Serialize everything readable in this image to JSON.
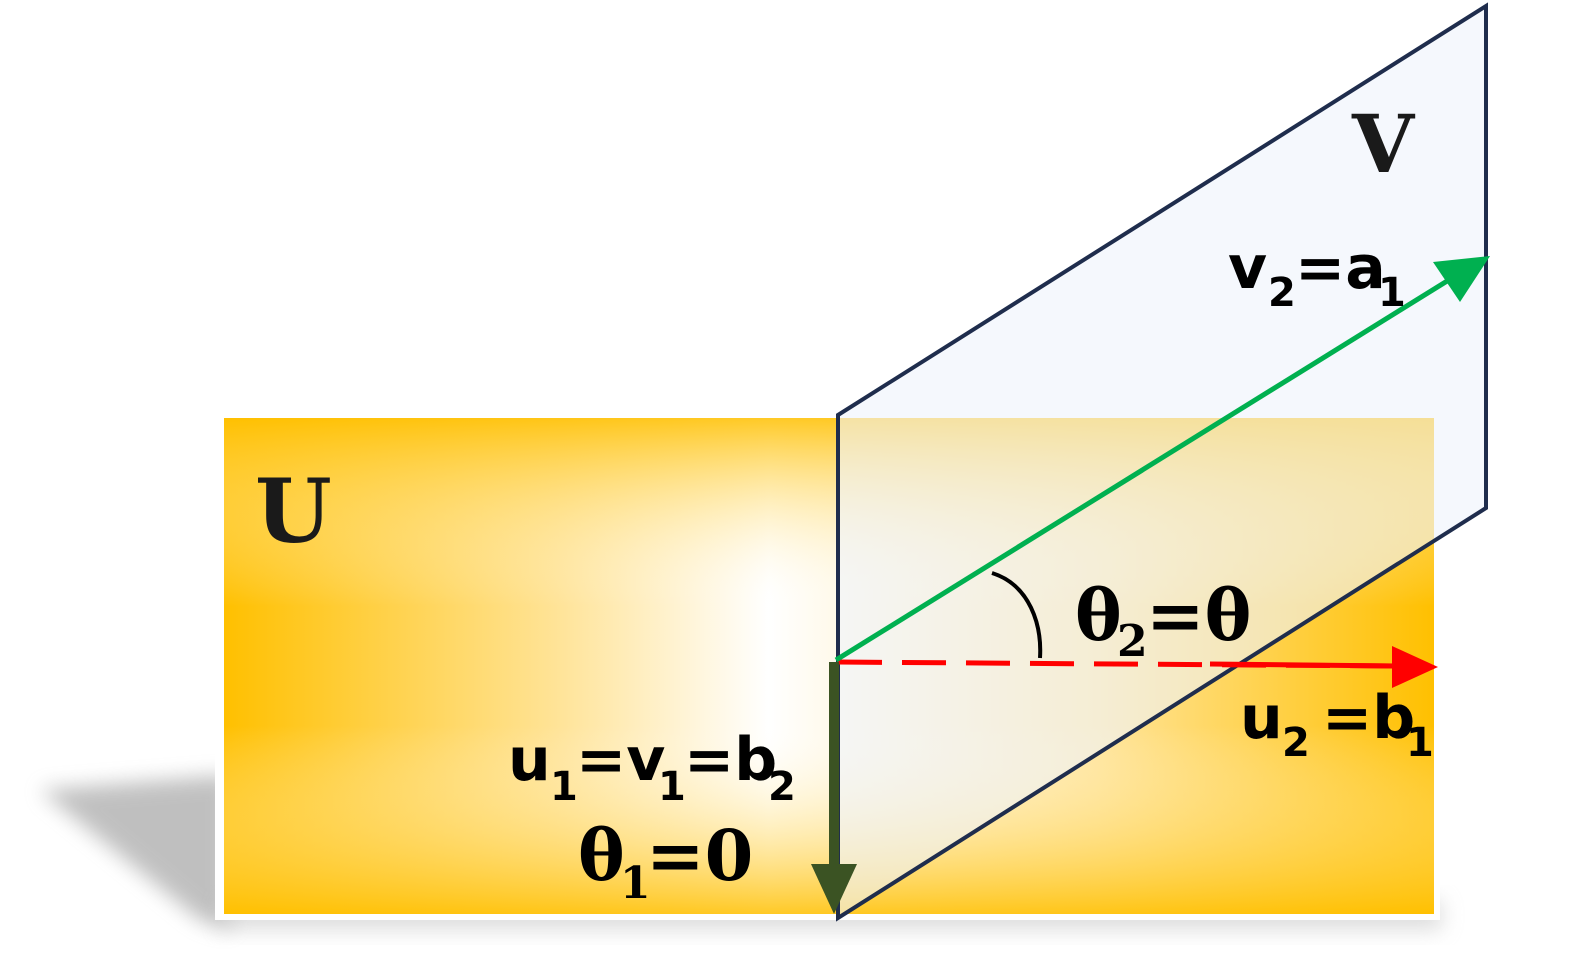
{
  "diagram": {
    "spaces": {
      "U": "U",
      "V": "V"
    },
    "labels": {
      "v2_a1": {
        "v": "v",
        "v_sub": "2",
        "eq": "=a",
        "a_sub": "1"
      },
      "u2_b1": {
        "u": "u",
        "u_sub": "2",
        "eq": "=b",
        "b_sub": "1"
      },
      "u1_v1_b2": {
        "u": "u",
        "u_sub": "1",
        "eq1": "=v",
        "v_sub": "1",
        "eq2": "=b",
        "b_sub": "2"
      },
      "theta1": {
        "theta": "θ",
        "sub": "1",
        "rest": "=0"
      },
      "theta2": {
        "theta": "θ",
        "sub": "2",
        "rest": "=θ"
      }
    },
    "colors": {
      "plane_u_gold": "#ffc000",
      "plane_v_fill": "#eef4fb",
      "plane_v_edge": "#1f2d4d",
      "vector_green": "#00b050",
      "vector_red": "#ff0000",
      "vector_dark_green": "#3b5323",
      "angle_arc": "#000000"
    }
  }
}
